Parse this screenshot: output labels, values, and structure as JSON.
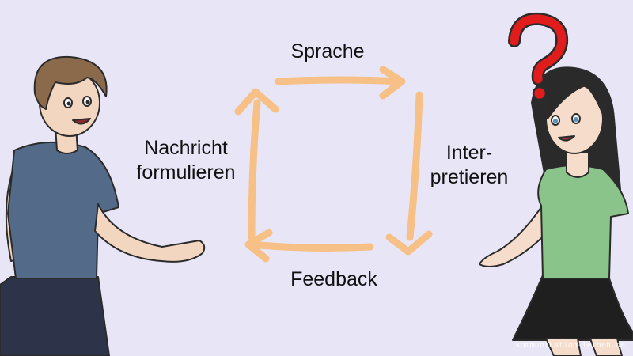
{
  "diagram": {
    "labels": {
      "top": "Sprache",
      "left_line1": "Nachricht",
      "left_line2": "formulieren",
      "right_line1": "Inter-",
      "right_line2": "pretieren",
      "bottom": "Feedback"
    },
    "arrow_color": "#f9c48a",
    "question_mark_color": "#e01c1c"
  },
  "figures": {
    "sender": "man-in-blue-shirt",
    "receiver": "woman-in-green-shirt"
  },
  "watermark": "kommunikation-lernen.de"
}
